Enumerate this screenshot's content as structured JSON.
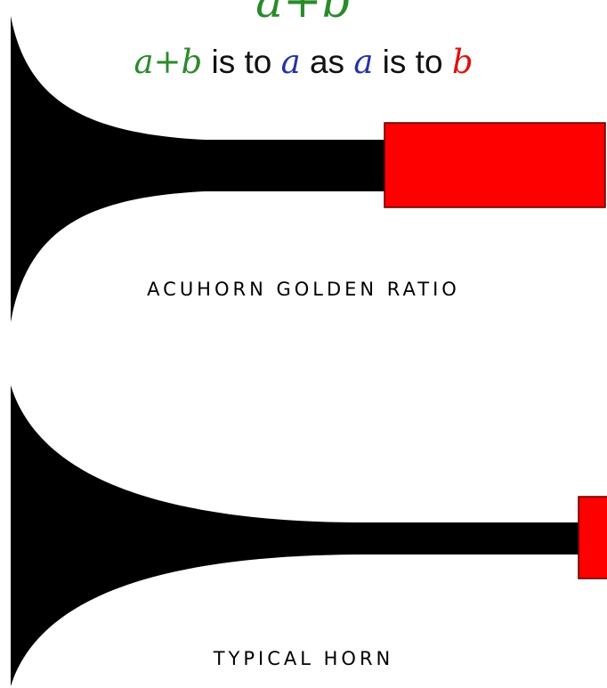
{
  "header": {
    "fraction_term": "a+b",
    "proportion": {
      "term_sum": "a+b",
      "is_to_1": " is to ",
      "term_a1": "a",
      "as": " as ",
      "term_a2": "a",
      "is_to_2": " is to ",
      "term_b": "b"
    }
  },
  "diagrams": [
    {
      "caption": "ACUHORN GOLDEN RATIO"
    },
    {
      "caption": "TYPICAL HORN"
    }
  ],
  "colors": {
    "sum_term": "#2a8a2a",
    "a_term": "#2233aa",
    "b_term": "#dd1111",
    "horn_body": "#000000",
    "driver": "#ff0000"
  }
}
